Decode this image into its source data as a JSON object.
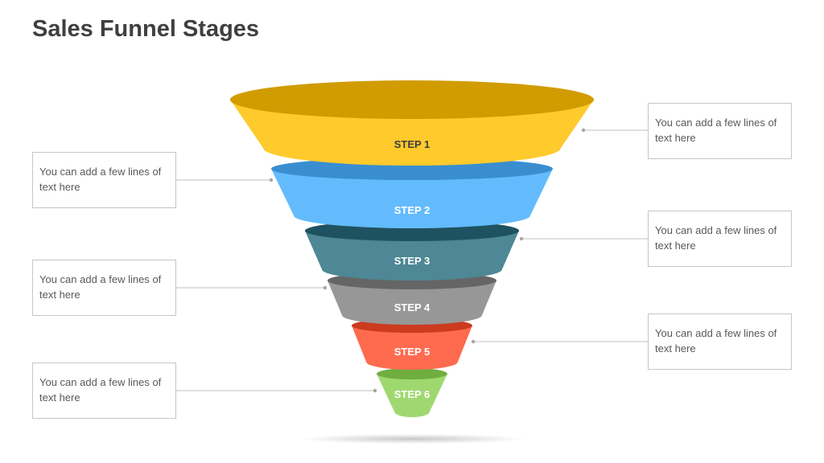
{
  "title": "Sales Funnel Stages",
  "steps": [
    {
      "label": "STEP 1",
      "color": "#ffca2c",
      "top_color": "#d09c00",
      "text_color": "#3f3f3f"
    },
    {
      "label": "STEP 2",
      "color": "#63bbfd",
      "top_color": "#3a8ed0",
      "text_color": "#ffffff"
    },
    {
      "label": "STEP 3",
      "color": "#4e8795",
      "top_color": "#1f5260",
      "text_color": "#ffffff"
    },
    {
      "label": "STEP 4",
      "color": "#979797",
      "top_color": "#656565",
      "text_color": "#ffffff"
    },
    {
      "label": "STEP 5",
      "color": "#ff6b4f",
      "top_color": "#cc3a20",
      "text_color": "#ffffff"
    },
    {
      "label": "STEP 6",
      "color": "#a0d870",
      "top_color": "#6fae3f",
      "text_color": "#ffffff"
    }
  ],
  "callouts": [
    {
      "side": "right",
      "step": 1,
      "text": "You can add a few lines of text here"
    },
    {
      "side": "left",
      "step": 2,
      "text": "You can add a few lines of text here"
    },
    {
      "side": "right",
      "step": 3,
      "text": "You can add a few lines of text here"
    },
    {
      "side": "left",
      "step": 4,
      "text": "You can add a few lines of text here"
    },
    {
      "side": "right",
      "step": 5,
      "text": "You can add a few lines of text here"
    },
    {
      "side": "left",
      "step": 6,
      "text": "You can add a few lines of text here"
    }
  ]
}
